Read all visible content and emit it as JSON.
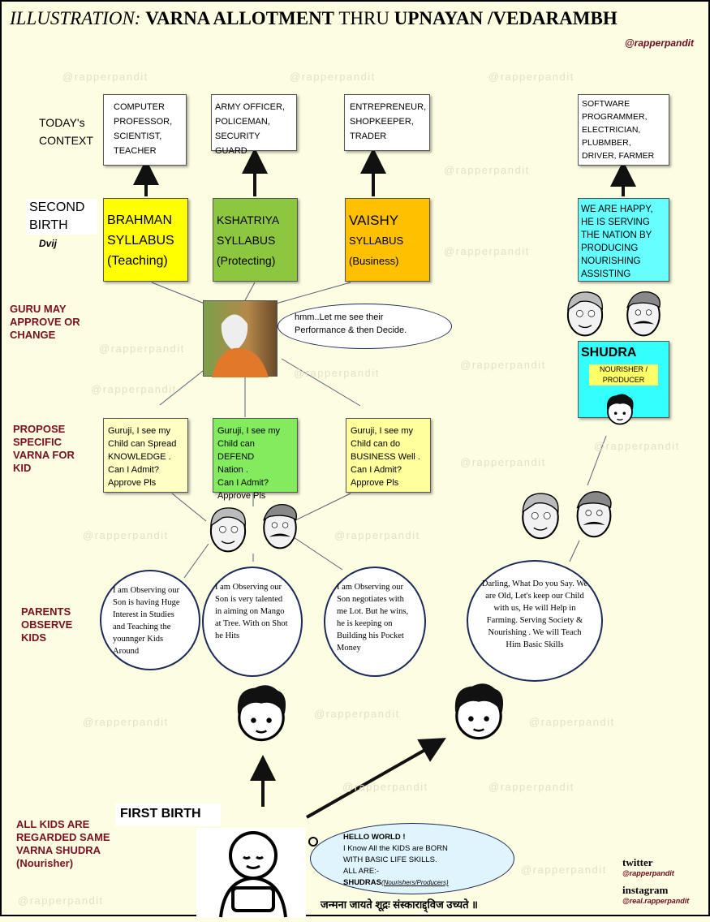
{
  "header": {
    "title_italic": "ILLUSTRATION:",
    "title_bold1": "VARNA ALLOTMENT",
    "title_mid": "THRU",
    "title_bold2": "UPNAYAN /VEDARAMBH",
    "handle": "@rapperpandit"
  },
  "watermark": "@rapperpandit",
  "row_labels": {
    "context": "TODAY's CONTEXT",
    "second_birth": "SECOND BIRTH",
    "dvij": "Dvij",
    "guru": "GURU MAY APPROVE OR CHANGE",
    "propose": "PROPOSE SPECIFIC VARNA FOR KID",
    "parents": "PARENTS OBSERVE KIDS",
    "all_kids": "ALL KIDS ARE REGARDED SAME VARNA SHUDRA (Nourisher)"
  },
  "context_boxes": [
    "COMPUTER PROFESSOR, SCIENTIST, TEACHER",
    "ARMY OFFICER, POLICEMAN, SECURITY GUARD",
    "ENTREPRENEUR, SHOPKEEPER, TRADER",
    "SOFTWARE PROGRAMMER, ELECTRICIAN, PLUBMBER, DRIVER, FARMER"
  ],
  "syllabus_boxes": [
    {
      "name": "BRAHMAN",
      "sub": "SYLLABUS",
      "role": "(Teaching)",
      "color": "#ffff00"
    },
    {
      "name": "KSHATRIYA",
      "sub": "SYLLABUS",
      "role": "(Protecting)",
      "color": "#8dc63f"
    },
    {
      "name": "VAISHY",
      "sub": "SYLLABUS",
      "role": "(Business)",
      "color": "#ffc000"
    }
  ],
  "happy_box": "WE ARE HAPPY, HE IS SERVING THE NATION BY PRODUCING NOURISHING ASSISTING",
  "shudra_box": {
    "title": "SHUDRA",
    "label": "NOURISHER / PRODUCER"
  },
  "guru_speech": "hmm..Let me see their Performance & then Decide.",
  "proposals": [
    {
      "l1": "Guruji, I see my",
      "l2": "Child can Spread",
      "l3": "KNOWLEDGE .",
      "l4": "Can I Admit?",
      "l5": "Approve Pls",
      "color": "#ffffc4"
    },
    {
      "l1": "Guruji, I see my",
      "l2": "Child can DEFEND",
      "l3": "Nation .",
      "l4": "Can I Admit?",
      "l5": "Approve Pls",
      "color": "#82ec5e"
    },
    {
      "l1": "Guruji, I see my",
      "l2": "Child can do",
      "l3": "BUSINESS Well .",
      "l4": "Can I Admit?",
      "l5": "Approve Pls",
      "color": "#ffff9c"
    }
  ],
  "observations": [
    "I am Observing our Son is having Huge Interest in Studies and Teaching the younnger Kids Around",
    "I am Observing our Son is very talented in aiming on Mango at Tree. With on Shot he Hits",
    "I am Observing our Son negotiates with me Lot. But he wins, he is keeping on Building his Pocket Money",
    "Darling, What Do you Say. We are Old, Let's keep our Child with us, He will Help in Farming. Serving Society & Nourishing . We will Teach Him Basic Skills"
  ],
  "first_birth": "FIRST BIRTH",
  "baby_speech": {
    "l1": "HELLO WORLD !",
    "l2": "I Know All the KIDS are BORN",
    "l3": "WITH BASIC LIFE SKILLS.",
    "l4": "ALL ARE:-",
    "l5": "SHUDRAS",
    "l5b": "(Nourishers/Producers)"
  },
  "sanskrit": "जन्मना जायते शूद्रः संस्काराद्द्विज उच्यते ॥",
  "social": {
    "twitter_label": "twitter",
    "twitter_handle": "@rapperpandit",
    "instagram_label": "instagram",
    "instagram_handle": "@real.rapperpandit"
  }
}
